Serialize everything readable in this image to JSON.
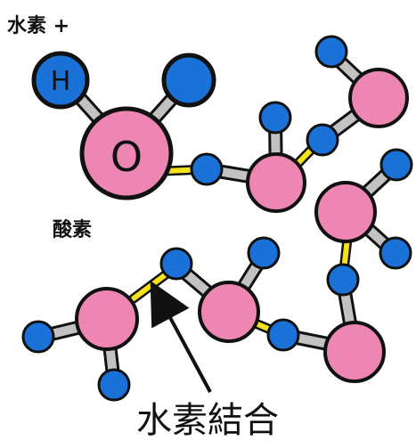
{
  "labels": {
    "hydrogen": "水素 +",
    "oxygen": "酸素",
    "hydrogen_bond": "水素結合",
    "atom_h": "H",
    "atom_o": "O"
  },
  "colors": {
    "oxygen_atom": "#ee86b4",
    "hydrogen_atom": "#1a72d8",
    "covalent_bond": "#c2c2c2",
    "hydrogen_bond": "#f4e21a",
    "outline": "#111111"
  }
}
